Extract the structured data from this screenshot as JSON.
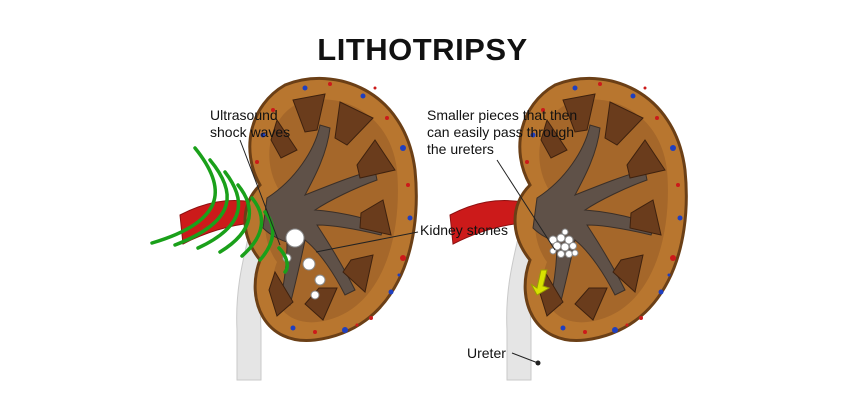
{
  "title": "LITHOTRIPSY",
  "labels": {
    "ultrasound": "Ultrasound shock waves",
    "smaller_pieces": "Smaller pieces that then can easily pass through the ureters",
    "kidney_stones": "Kidney stones",
    "ureter": "Ureter"
  },
  "colors": {
    "cortex": "#b8762f",
    "cortex_outline": "#6b3f16",
    "pyramid": "#6a3c1c",
    "pelvis": "#5f5148",
    "ureter": "#e5e5e5",
    "artery": "#cc1a1a",
    "vein": "#1f3fbf",
    "shock_wave": "#1aa01a",
    "stone": "#ffffff",
    "arrow": "#d8e200"
  },
  "icons": [
    "shock-wave-icon",
    "kidney-stone-icon",
    "flow-arrow-icon"
  ]
}
